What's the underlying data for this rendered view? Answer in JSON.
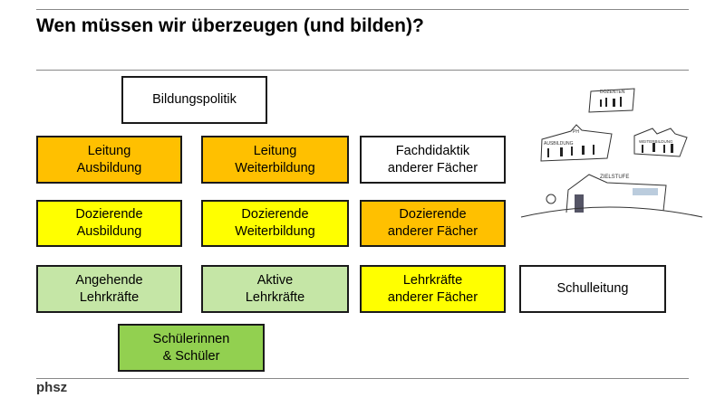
{
  "title": "Wen müssen wir überzeugen (und bilden)?",
  "footer_logo": "phsz",
  "colors": {
    "orange": "#ffc000",
    "yellow": "#ffff00",
    "light_green": "#c5e6a6",
    "green": "#92d050",
    "white": "#ffffff"
  },
  "boxes": {
    "bildungspolitik": {
      "label": "Bildungspolitik",
      "color": "white"
    },
    "leitung_ausbildung": {
      "label": "Leitung\nAusbildung",
      "color": "orange"
    },
    "leitung_weiterbildung": {
      "label": "Leitung\nWeiterbildung",
      "color": "orange"
    },
    "fachdidaktik": {
      "label": "Fachdidaktik\nanderer Fächer",
      "color": "white"
    },
    "dozierende_ausbildung": {
      "label": "Dozierende\nAusbildung",
      "color": "yellow"
    },
    "dozierende_weiterbildung": {
      "label": "Dozierende\nWeiterbildung",
      "color": "yellow"
    },
    "dozierende_andere": {
      "label": "Dozierende\nanderer Fächer",
      "color": "orange"
    },
    "angehende_lehrkraefte": {
      "label": "Angehende\nLehrkräfte",
      "color": "light_green"
    },
    "aktive_lehrkraefte": {
      "label": "Aktive\nLehrkräfte",
      "color": "light_green"
    },
    "lehrkraefte_andere": {
      "label": "Lehrkräfte\nanderer Fächer",
      "color": "yellow"
    },
    "schulleitung": {
      "label": "Schulleitung",
      "color": "white"
    },
    "schueler": {
      "label": "Schülerinnen\n& Schüler",
      "color": "green"
    }
  },
  "sketch_labels": [
    "DOZENTEN",
    "PH",
    "AUSBILDUNG",
    "WEITERBILDUNG",
    "ZIELSTUFE"
  ]
}
